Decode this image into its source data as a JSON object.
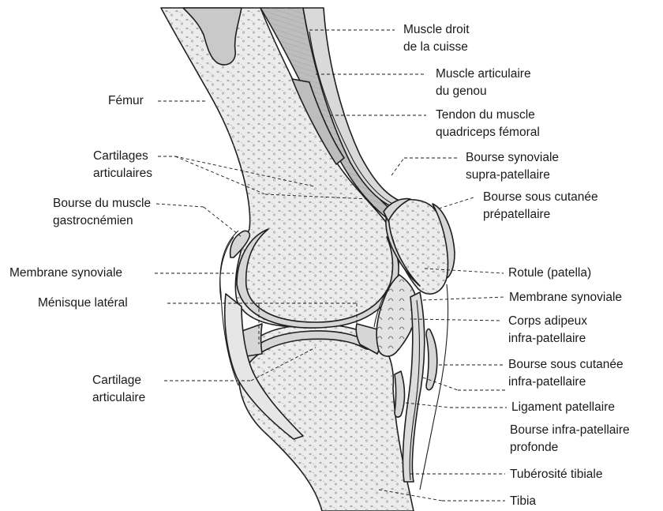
{
  "labels": {
    "muscle_droit": [
      "Muscle droit",
      "de la cuisse"
    ],
    "muscle_articulaire": [
      "Muscle articulaire",
      "du genou"
    ],
    "tendon_quadriceps": [
      "Tendon du muscle",
      "quadriceps fémoral"
    ],
    "bourse_supra": [
      "Bourse synoviale",
      "supra-patellaire"
    ],
    "bourse_prepatellaire": [
      "Bourse sous cutanée",
      "prépatellaire"
    ],
    "rotule": [
      "Rotule (patella)"
    ],
    "membrane_synoviale_right": [
      "Membrane synoviale"
    ],
    "corps_adipeux": [
      "Corps adipeux",
      "infra-patellaire"
    ],
    "bourse_sous_cutanee_infra": [
      "Bourse sous cutanée",
      "infra-patellaire"
    ],
    "ligament_patellaire": [
      "Ligament patellaire"
    ],
    "bourse_infra_profonde": [
      "Bourse infra-patellaire",
      "profonde"
    ],
    "tuberosite": [
      "Tubérosité tibiale"
    ],
    "tibia": [
      "Tibia"
    ],
    "femur": [
      "Fémur"
    ],
    "cartilages_articulaires": [
      "Cartilages",
      "articulaires"
    ],
    "bourse_gastrocnemien": [
      "Bourse du muscle",
      "gastrocnémien"
    ],
    "membrane_synoviale_left": [
      "Membrane synoviale"
    ],
    "menisque_lateral": [
      "Ménisque latéral"
    ],
    "cartilage_articulaire": [
      "Cartilage",
      "articulaire"
    ]
  },
  "colors": {
    "bone": "#ececec",
    "marrow": "#c9c9c9",
    "cartilage": "#d6d6d6",
    "muscle": "#bdbdbd",
    "fat": "#e3e3e3",
    "outline": "#1f1f1f"
  }
}
